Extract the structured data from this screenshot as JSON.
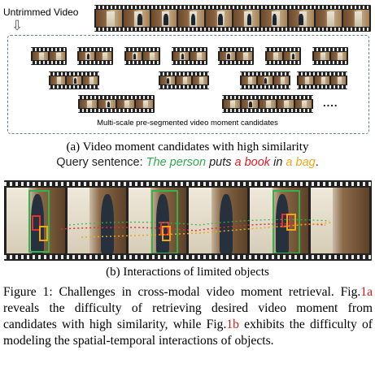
{
  "top": {
    "untrimmed_label": "Untrimmed Video",
    "candidates_caption": "Multi-scale pre-segmented video moment candidates",
    "ellipsis": "....",
    "subcaption_a": "(a) Video moment candidates with high similarity"
  },
  "query": {
    "prefix": "Query sentence: ",
    "subject": "The person",
    "verb": "puts",
    "object": "a book",
    "prep": "in",
    "place": "a bag",
    "end": "."
  },
  "bottom": {
    "subcaption_b": "(b) Interactions of limited objects"
  },
  "caption": {
    "part1": "Figure 1: Challenges in cross-modal video moment retrieval. Fig.",
    "ref1": "1a",
    "part2": " reveals the difficulty of retrieving desired video moment from candidates with high similarity, while Fig.",
    "ref2": "1b",
    "part3": " exhibits the difficulty of modeling the spatial-temporal interactions of objects."
  },
  "colors": {
    "subject": "#35a852",
    "object": "#e0202a",
    "place": "#f2a51a",
    "reference": "#c41e1e",
    "dashed_border": "#6a7f99"
  }
}
